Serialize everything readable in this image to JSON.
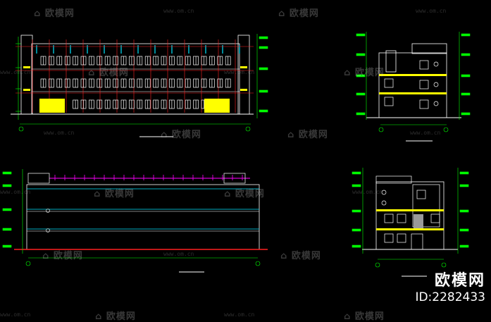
{
  "watermark": {
    "logo_text": "欧模网",
    "url_text": "www.om.cn"
  },
  "brand": {
    "name": "欧模网",
    "id_text": "ID:2282433"
  },
  "colors": {
    "background": "#000000",
    "building_outline": "#ffffff",
    "window": "#ffffff",
    "axis_grid": "#ff2020",
    "slab_cyan": "#00e5ff",
    "accent_yellow": "#ffff00",
    "dimension_green": "#00ff00",
    "parapet_magenta": "#ff00ff"
  },
  "icons": {
    "watermark_logo": "sofa-logo-icon"
  }
}
